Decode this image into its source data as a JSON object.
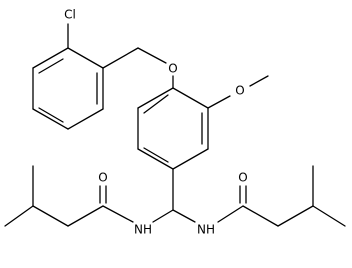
{
  "molecule": {
    "atoms": {
      "cl": "Cl",
      "o_ether": "O",
      "o_methoxy": "O",
      "o_amide_left": "O",
      "o_amide_right": "O",
      "nh_left": "NH",
      "nh_right": "NH"
    }
  }
}
